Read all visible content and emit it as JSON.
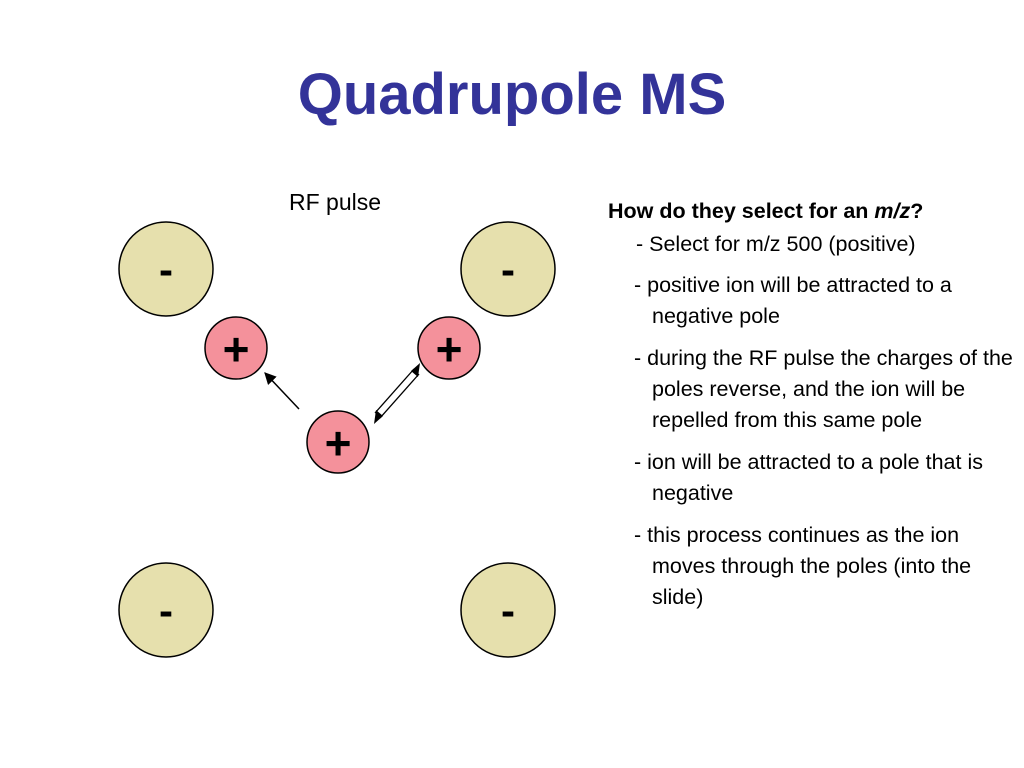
{
  "slide": {
    "title": "Quadrupole MS",
    "rf_label": "RF pulse"
  },
  "diagram": {
    "pole_sign": "-",
    "ion_sign": "+",
    "colors": {
      "pole_fill": "#e6e0ad",
      "ion_fill": "#f4919b",
      "outline": "#000000"
    }
  },
  "notes": {
    "question_prefix": "How do they select for an ",
    "question_italic": "m/z",
    "question_suffix": "?",
    "items": [
      "- Select for m/z 500 (positive)",
      "- positive ion will be attracted to a negative pole",
      "- during the RF pulse the charges of the poles reverse, and  the ion will be repelled from this same pole",
      "- ion will be attracted to a pole that is negative",
      "- this process continues as the ion moves through the poles (into the slide)"
    ]
  },
  "colors": {
    "title": "#333399",
    "text": "#000000"
  }
}
